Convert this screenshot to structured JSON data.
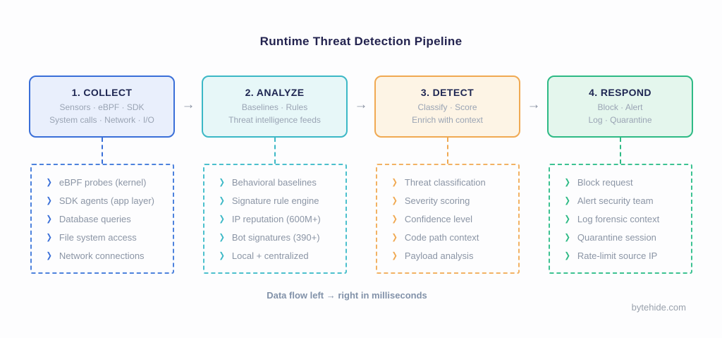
{
  "title": "Runtime Threat Detection Pipeline",
  "flow_arrow": "→",
  "chevron": "❯",
  "stages": [
    {
      "label": "1. COLLECT",
      "subtitle_line1": "Sensors · eBPF · SDK",
      "subtitle_line2": "System calls · Network · I/O",
      "accent_color": "#3a6fd8",
      "fill_color": "#e9effc",
      "dashed_color": "#4d82dd",
      "items": [
        "eBPF probes (kernel)",
        "SDK agents (app layer)",
        "Database queries",
        "File system access",
        "Network connections"
      ]
    },
    {
      "label": "2. ANALYZE",
      "subtitle_line1": "Baselines · Rules",
      "subtitle_line2": "Threat intelligence feeds",
      "accent_color": "#3cb8c6",
      "fill_color": "#e7f7f8",
      "dashed_color": "#4cc0cd",
      "items": [
        "Behavioral baselines",
        "Signature rule engine",
        "IP reputation (600M+)",
        "Bot signatures (390+)",
        "Local + centralized"
      ]
    },
    {
      "label": "3. DETECT",
      "subtitle_line1": "Classify · Score",
      "subtitle_line2": "Enrich with context",
      "accent_color": "#f0a952",
      "fill_color": "#fdf4e5",
      "dashed_color": "#f2b264",
      "items": [
        "Threat classification",
        "Severity scoring",
        "Confidence level",
        "Code path context",
        "Payload analysis"
      ]
    },
    {
      "label": "4. RESPOND",
      "subtitle_line1": "Block · Alert",
      "subtitle_line2": "Log · Quarantine",
      "accent_color": "#2eba85",
      "fill_color": "#e4f6ed",
      "dashed_color": "#3dc292",
      "items": [
        "Block request",
        "Alert security team",
        "Log forensic context",
        "Quarantine session",
        "Rate-limit source IP"
      ]
    }
  ],
  "footer": {
    "caption": "Data flow left  →  right in milliseconds",
    "brand": "bytehide.com"
  }
}
